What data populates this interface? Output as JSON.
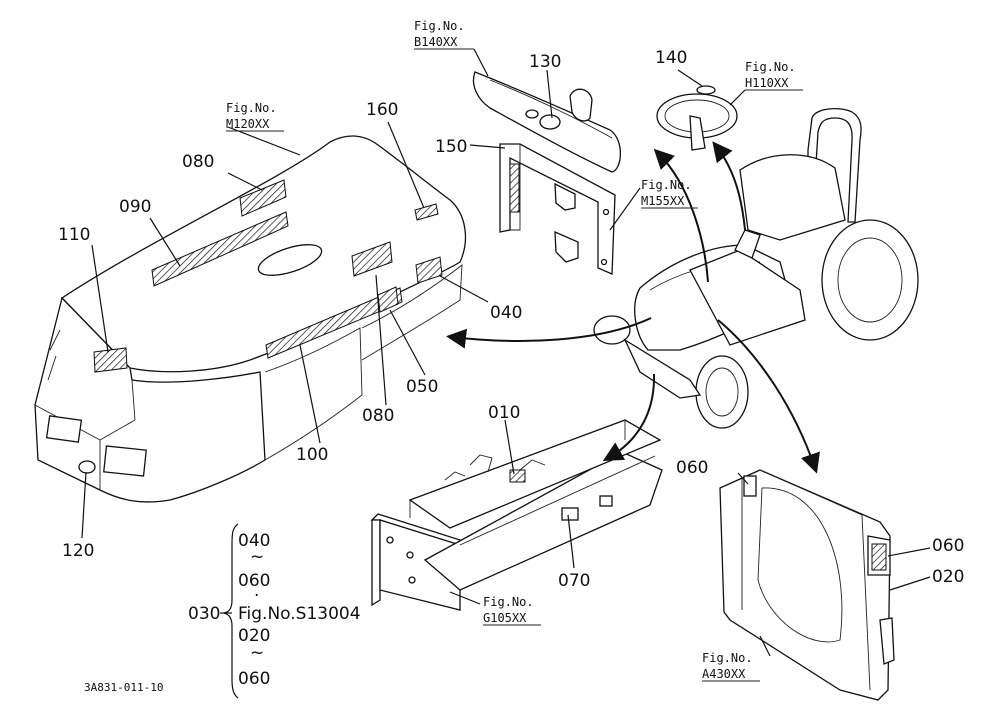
{
  "callouts": {
    "c010": "010",
    "c020": "020",
    "c030": "030",
    "c040": "040",
    "c050": "050",
    "c060a": "060",
    "c060b": "060",
    "c070": "070",
    "c080a": "080",
    "c080b": "080",
    "c090": "090",
    "c100": "100",
    "c110": "110",
    "c120": "120",
    "c130": "130",
    "c140": "140",
    "c150": "150",
    "c160": "160"
  },
  "figure_refs": {
    "fig_label": "Fig.No.",
    "b140": "B140XX",
    "h110": "H110XX",
    "m120": "M120XX",
    "m155": "M155XX",
    "g105": "G105XX",
    "a430": "A430XX"
  },
  "range_note": {
    "from_a": "040",
    "tilde_a": "~",
    "to_a": "060",
    "dot": "·",
    "fig_ref": "Fig.No.S13004",
    "from_b": "020",
    "tilde_b": "~",
    "to_b": "060"
  },
  "drawing_number": "3A831-011-10"
}
